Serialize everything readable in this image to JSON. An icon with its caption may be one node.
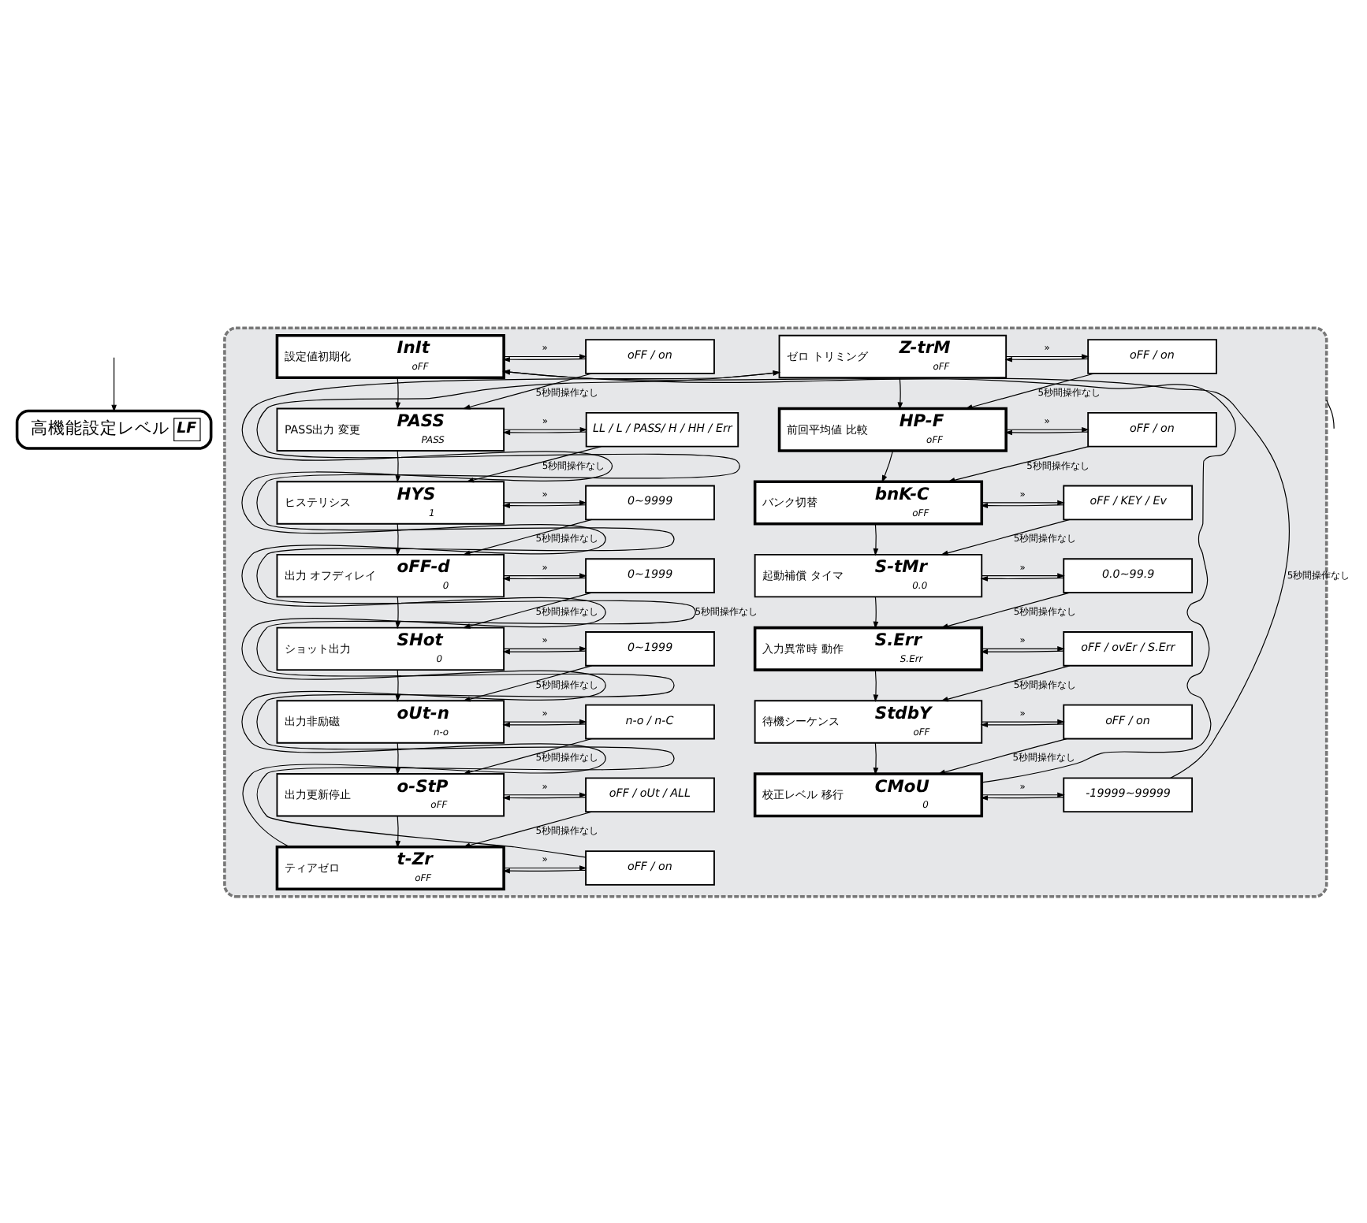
{
  "diagram": {
    "nodes": [
      {
        "text": [
          "高機能設定レベル",
          "LF"
        ]
      },
      {
        "text": [],
        "shape": "box"
      },
      {
        "text": [
          "設定値初期化",
          "InIt",
          "oFF"
        ],
        "in": 1
      },
      {
        "text": [
          "oFF / on"
        ],
        "in": 1
      },
      {
        "text": [
          "PASS出力 変更",
          "PASS",
          "PASS"
        ],
        "in": 1
      },
      {
        "text": [
          "LL / L / PASS/ H / HH / Err"
        ],
        "in": 1
      },
      {
        "text": [
          "ヒステリシス",
          "HYS",
          "1"
        ],
        "in": 1
      },
      {
        "text": [
          "0~9999"
        ],
        "in": 1
      },
      {
        "text": [
          "出力 オフディレイ",
          "oFF-d",
          "0"
        ],
        "in": 1
      },
      {
        "text": [
          "0~1999"
        ],
        "in": 1
      },
      {
        "text": [
          "ショット出力",
          "SHot",
          "0"
        ],
        "in": 1
      },
      {
        "text": [
          "0~1999"
        ],
        "in": 1
      },
      {
        "text": [
          "出力非励磁",
          "oUt-n",
          "n-o"
        ],
        "in": 1
      },
      {
        "text": [
          "n-o / n-C"
        ],
        "in": 1
      },
      {
        "text": [
          "出力更新停止",
          "o-StP",
          "oFF"
        ],
        "in": 1
      },
      {
        "text": [
          "oFF / oUt / ALL"
        ],
        "in": 1
      },
      {
        "text": [
          "ティアゼロ",
          "t-Zr",
          "oFF"
        ],
        "in": 1
      },
      {
        "text": [
          "oFF / on"
        ],
        "in": 1
      },
      {
        "text": [
          "ゼロ トリミング",
          "Z-trM",
          "oFF"
        ],
        "in": 1
      },
      {
        "text": [
          "oFF / on"
        ],
        "in": 1
      },
      {
        "text": [
          "前回平均値 比較",
          "HP-F",
          "oFF"
        ],
        "in": 1
      },
      {
        "text": [
          "oFF / on"
        ],
        "in": 1
      },
      {
        "text": [
          "バンク切替",
          "bnK-C",
          "oFF"
        ],
        "in": 1
      },
      {
        "text": [
          "oFF / KEY / Ev"
        ],
        "in": 1
      },
      {
        "text": [
          "起動補償 タイマ",
          "S-tMr",
          "0.0"
        ],
        "in": 1
      },
      {
        "text": [
          "0.0~99.9"
        ],
        "in": 1
      },
      {
        "text": [
          "入力異常時 動作",
          "S.Err",
          "S.Err"
        ],
        "in": 1
      },
      {
        "text": [
          "oFF / ovEr / S.Err"
        ],
        "in": 1
      },
      {
        "text": [
          "待機シーケンス",
          "StdbY",
          "oFF"
        ],
        "in": 1
      },
      {
        "text": [
          "oFF / on"
        ],
        "in": 1
      },
      {
        "text": [
          "校正レベル 移行",
          "CMoU",
          "0"
        ],
        "in": 1
      },
      {
        "text": [
          "-19999~99999"
        ],
        "in": 1
      }
    ],
    "edges": [
      {
        "from": null,
        "to": 0,
        "arrow": "to"
      },
      {
        "from": 1,
        "to": null,
        "arrow": "none"
      },
      {
        "from": 2,
        "to": 3,
        "arrow": "to",
        "label": "»"
      },
      {
        "from": 3,
        "to": 2,
        "arrow": "to"
      },
      {
        "from": 2,
        "to": 4,
        "arrow": "to"
      },
      {
        "from": 3,
        "to": 4,
        "arrow": "to",
        "label": "5秒間操作なし"
      },
      {
        "from": 4,
        "to": 5,
        "arrow": "to",
        "label": "»"
      },
      {
        "from": 5,
        "to": 4,
        "arrow": "to"
      },
      {
        "from": 4,
        "to": 6,
        "arrow": "to"
      },
      {
        "from": 5,
        "to": 6,
        "arrow": "to",
        "label": "5秒間操作なし"
      },
      {
        "from": 6,
        "to": 7,
        "arrow": "to",
        "label": "»"
      },
      {
        "from": 7,
        "to": 6,
        "arrow": "to"
      },
      {
        "from": 6,
        "to": 8,
        "arrow": "to"
      },
      {
        "from": 7,
        "to": 8,
        "arrow": "to",
        "label": "5秒間操作なし"
      },
      {
        "from": 8,
        "to": 9,
        "arrow": "to",
        "label": "»"
      },
      {
        "from": 9,
        "to": 8,
        "arrow": "to"
      },
      {
        "from": 8,
        "to": 10,
        "arrow": "to"
      },
      {
        "from": 9,
        "to": 10,
        "arrow": "to",
        "label": "5秒間操作なし"
      },
      {
        "from": 10,
        "to": 11,
        "arrow": "to",
        "label": "»"
      },
      {
        "from": 11,
        "to": 10,
        "arrow": "to"
      },
      {
        "from": 10,
        "to": 12,
        "arrow": "to"
      },
      {
        "from": 11,
        "to": 12,
        "arrow": "to",
        "label": "5秒間操作なし"
      },
      {
        "from": 12,
        "to": 13,
        "arrow": "to",
        "label": "»"
      },
      {
        "from": 13,
        "to": 12,
        "arrow": "to"
      },
      {
        "from": 12,
        "to": 14,
        "arrow": "to"
      },
      {
        "from": 13,
        "to": 14,
        "arrow": "to",
        "label": "5秒間操作なし"
      },
      {
        "from": 14,
        "to": 15,
        "arrow": "to",
        "label": "»"
      },
      {
        "from": 15,
        "to": 14,
        "arrow": "to"
      },
      {
        "from": 14,
        "to": 16,
        "arrow": "to"
      },
      {
        "from": 15,
        "to": 16,
        "arrow": "to",
        "label": "5秒間操作なし"
      },
      {
        "from": 16,
        "to": 17,
        "arrow": "to",
        "label": "»"
      },
      {
        "from": 17,
        "to": 16,
        "arrow": "to"
      },
      {
        "from": 16,
        "to": 18,
        "arrow": "to"
      },
      {
        "from": 17,
        "to": 18,
        "arrow": "to",
        "label": "5秒間操作なし"
      },
      {
        "from": 18,
        "to": 19,
        "arrow": "to",
        "label": "»"
      },
      {
        "from": 19,
        "to": 18,
        "arrow": "to"
      },
      {
        "from": 18,
        "to": 20,
        "arrow": "to"
      },
      {
        "from": 19,
        "to": 20,
        "arrow": "to",
        "label": "5秒間操作なし"
      },
      {
        "from": 20,
        "to": 21,
        "arrow": "to",
        "label": "»"
      },
      {
        "from": 21,
        "to": 20,
        "arrow": "to"
      },
      {
        "from": 20,
        "to": 22,
        "arrow": "to"
      },
      {
        "from": 21,
        "to": 22,
        "arrow": "to",
        "label": "5秒間操作なし"
      },
      {
        "from": 22,
        "to": 23,
        "arrow": "to",
        "label": "»"
      },
      {
        "from": 23,
        "to": 22,
        "arrow": "to"
      },
      {
        "from": 22,
        "to": 24,
        "arrow": "to"
      },
      {
        "from": 23,
        "to": 24,
        "arrow": "to",
        "label": "5秒間操作なし"
      },
      {
        "from": 24,
        "to": 25,
        "arrow": "to",
        "label": "»"
      },
      {
        "from": 25,
        "to": 24,
        "arrow": "to"
      },
      {
        "from": 24,
        "to": 26,
        "arrow": "to"
      },
      {
        "from": 25,
        "to": 26,
        "arrow": "to",
        "label": "5秒間操作なし"
      },
      {
        "from": 26,
        "to": 27,
        "arrow": "to",
        "label": "»"
      },
      {
        "from": 27,
        "to": 26,
        "arrow": "to"
      },
      {
        "from": 26,
        "to": 28,
        "arrow": "to"
      },
      {
        "from": 27,
        "to": 28,
        "arrow": "to",
        "label": "5秒間操作なし"
      },
      {
        "from": 28,
        "to": 29,
        "arrow": "to",
        "label": "»"
      },
      {
        "from": 29,
        "to": 28,
        "arrow": "to"
      },
      {
        "from": 28,
        "to": 30,
        "arrow": "to"
      },
      {
        "from": 29,
        "to": 30,
        "arrow": "to",
        "label": "5秒間操作なし"
      },
      {
        "from": 30,
        "to": 31,
        "arrow": "to",
        "label": "»"
      },
      {
        "from": 31,
        "to": 30,
        "arrow": "to"
      },
      {
        "from": 30,
        "to": 2,
        "arrow": "to"
      },
      {
        "from": 31,
        "to": 2,
        "arrow": "to",
        "label": "5秒間操作なし"
      }
    ]
  }
}
